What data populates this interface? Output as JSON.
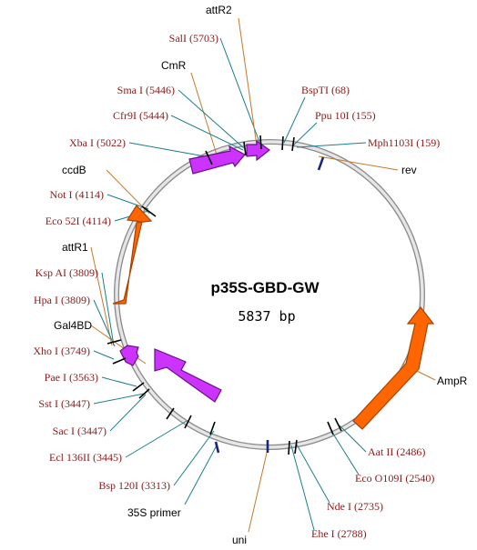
{
  "plasmid": {
    "name": "p35S-GBD-GW",
    "size_label": "5837 bp",
    "length": 5837
  },
  "colors": {
    "backbone": "#b5b5b5",
    "orange_feature": "#ff6600",
    "purple_feature": "#cc33ff",
    "site_line": "#1a7f8e",
    "feature_line": "#c47a2c",
    "site_text": "#8b1a1a",
    "blue_tick": "#1a237e"
  },
  "restriction_sites": [
    {
      "name": "SalI",
      "pos": 5703,
      "label": "SalI (5703)"
    },
    {
      "name": "SmaI",
      "pos": 5446,
      "label": "Sma I (5446)"
    },
    {
      "name": "Cfr9I",
      "pos": 5444,
      "label": "Cfr9I (5444)"
    },
    {
      "name": "XbaI",
      "pos": 5022,
      "label": "Xba I (5022)"
    },
    {
      "name": "NotI",
      "pos": 4114,
      "label": "Not I (4114)"
    },
    {
      "name": "Eco52I",
      "pos": 4114,
      "label": "Eco 52I (4114)"
    },
    {
      "name": "KspAI",
      "pos": 3809,
      "label": "Ksp AI (3809)"
    },
    {
      "name": "HpaI",
      "pos": 3809,
      "label": "Hpa I (3809)"
    },
    {
      "name": "XhoI",
      "pos": 3749,
      "label": "Xho I (3749)"
    },
    {
      "name": "PaeI",
      "pos": 3563,
      "label": "Pae I (3563)"
    },
    {
      "name": "SstI",
      "pos": 3447,
      "label": "Sst I (3447)"
    },
    {
      "name": "SacI",
      "pos": 3447,
      "label": "Sac I (3447)"
    },
    {
      "name": "Ecl136II",
      "pos": 3445,
      "label": "Ecl 136II (3445)"
    },
    {
      "name": "Bsp120I",
      "pos": 3313,
      "label": "Bsp 120I (3313)"
    },
    {
      "name": "BspTI",
      "pos": 68,
      "label": "BspTI (68)"
    },
    {
      "name": "Ppu10I",
      "pos": 155,
      "label": "Ppu 10I (155)"
    },
    {
      "name": "Mph1103I",
      "pos": 159,
      "label": "Mph1103I (159)"
    },
    {
      "name": "AatII",
      "pos": 2486,
      "label": "Aat II (2486)"
    },
    {
      "name": "EcoO109I",
      "pos": 2540,
      "label": "Eco O109I (2540)"
    },
    {
      "name": "NdeI",
      "pos": 2735,
      "label": "Nde I (2735)"
    },
    {
      "name": "EheI",
      "pos": 2788,
      "label": "Ehe I (2788)"
    }
  ],
  "features": [
    {
      "name": "attR2",
      "label": "attR2"
    },
    {
      "name": "CmR",
      "label": "CmR"
    },
    {
      "name": "ccdB",
      "label": "ccdB"
    },
    {
      "name": "attR1",
      "label": "attR1"
    },
    {
      "name": "Gal4BD",
      "label": "Gal4BD"
    },
    {
      "name": "AmpR",
      "label": "AmpR"
    },
    {
      "name": "rev",
      "label": "rev"
    },
    {
      "name": "uni",
      "label": "uni"
    },
    {
      "name": "35S primer",
      "label": "35S primer"
    }
  ]
}
